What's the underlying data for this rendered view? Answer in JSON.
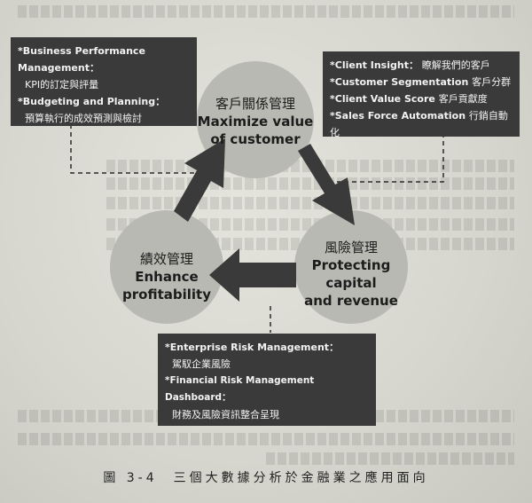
{
  "circles": {
    "customer": {
      "zh": "客戶關係管理",
      "en1": "Maximize value",
      "en2": "of customer"
    },
    "risk": {
      "zh": "風險管理",
      "en1": "Protecting",
      "en2": "capital",
      "en3": "and revenue"
    },
    "performance": {
      "zh": "績效管理",
      "en1": "Enhance",
      "en2": "profitability"
    }
  },
  "box_left": {
    "items": [
      {
        "title": "*Business Performance Management：",
        "desc": "KPI的訂定與評量"
      },
      {
        "title": "*Budgeting and Planning：",
        "desc": "預算執行的成效預測與檢討"
      }
    ]
  },
  "box_right": {
    "items": [
      {
        "title": "*Client Insight：",
        "desc": "瞭解我們的客戶"
      },
      {
        "title": "*Customer Segmentation",
        "desc": "客戶分群"
      },
      {
        "title": "*Client Value Score",
        "desc": "客戶貢獻度"
      },
      {
        "title": "*Sales Force Automation",
        "desc": "行銷自動化"
      }
    ]
  },
  "box_bottom": {
    "items": [
      {
        "title": "*Enterprise Risk Management：",
        "desc": "駕馭企業風險"
      },
      {
        "title": "*Financial Risk Management Dashboard：",
        "desc": "財務及風險資訊整合呈現"
      }
    ]
  },
  "caption": "圖 3-4　三個大數據分析於金融業之應用面向",
  "colors": {
    "circle": "#b9b9b3",
    "arrow": "#3a3a3a",
    "box": "#3a3a3a"
  }
}
